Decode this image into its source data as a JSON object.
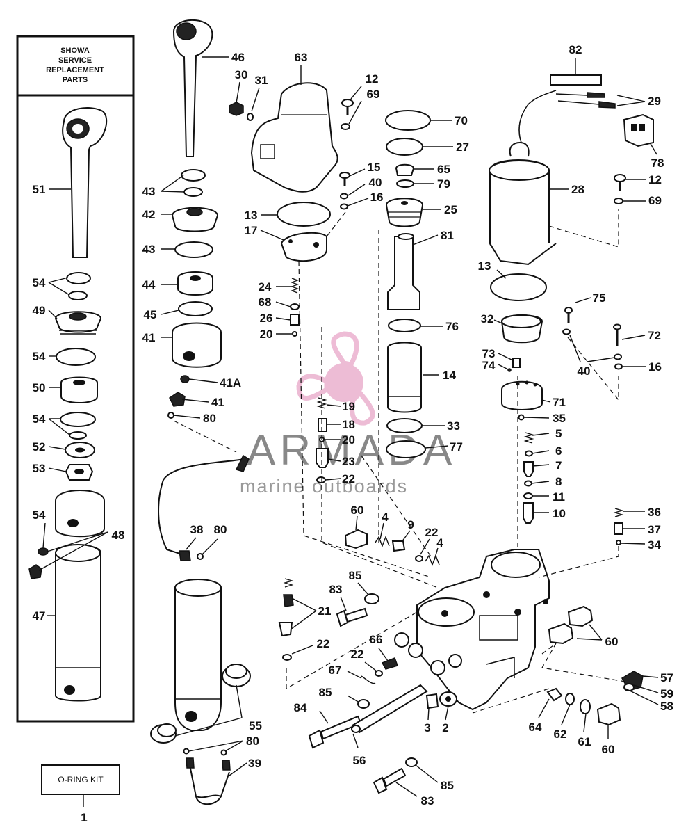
{
  "box": {
    "title_lines": [
      "SHOWA",
      "SERVICE",
      "REPLACEMENT",
      "PARTS"
    ]
  },
  "kit": {
    "label": "O-RING KIT",
    "number": "1"
  },
  "watermark": {
    "main": "ARMADA",
    "sub": "marine outboards",
    "color": "#e8a6c8"
  },
  "labels": {
    "l82": "82",
    "l29": "29",
    "l78": "78",
    "l28": "28",
    "l12a": "12",
    "l69a": "69",
    "l46": "46",
    "l63": "63",
    "l30": "30",
    "l31": "31",
    "l12b": "12",
    "l69b": "69",
    "l70": "70",
    "l27": "27",
    "l15": "15",
    "l40a": "40",
    "l16a": "16",
    "l65": "65",
    "l79": "79",
    "l25": "25",
    "l43a": "43",
    "l42": "42",
    "l13a": "13",
    "l17": "17",
    "l43b": "43",
    "l81": "81",
    "l13b": "13",
    "l44": "44",
    "l24": "24",
    "l68": "68",
    "l45": "45",
    "l26": "26",
    "l20a": "20",
    "l41": "41",
    "l75": "75",
    "l32": "32",
    "l76": "76",
    "l72": "72",
    "l73": "73",
    "l74": "74",
    "l40b": "40",
    "l16b": "16",
    "l14": "14",
    "l41A": "41A",
    "l41b": "41",
    "l71": "71",
    "l19": "19",
    "l80a": "80",
    "l35": "35",
    "l18": "18",
    "l33": "33",
    "l20b": "20",
    "l77": "77",
    "l5": "5",
    "l23": "23",
    "l6": "6",
    "l7": "7",
    "l22a": "22",
    "l8": "8",
    "l11": "11",
    "l60a": "60",
    "l4a": "4",
    "l9": "9",
    "l10": "10",
    "l36": "36",
    "l22b": "22",
    "l37": "37",
    "l38": "38",
    "l80b": "80",
    "l4b": "4",
    "l34": "34",
    "l85a": "85",
    "l83a": "83",
    "l21": "21",
    "l60b": "60",
    "l22c": "22",
    "l22d": "22",
    "l66": "66",
    "l67": "67",
    "l57": "57",
    "l59": "59",
    "l85b": "85",
    "l58": "58",
    "l84": "84",
    "l3": "3",
    "l2": "2",
    "l64": "64",
    "l62": "62",
    "l61": "61",
    "l60c": "60",
    "l55": "55",
    "l80c": "80",
    "l39": "39",
    "l56": "56",
    "l85c": "85",
    "l83b": "83",
    "l51": "51",
    "l54a": "54",
    "l49": "49",
    "l54b": "54",
    "l50": "50",
    "l54c": "54",
    "l52": "52",
    "l53": "53",
    "l54d": "54",
    "l48": "48",
    "l47": "47"
  }
}
